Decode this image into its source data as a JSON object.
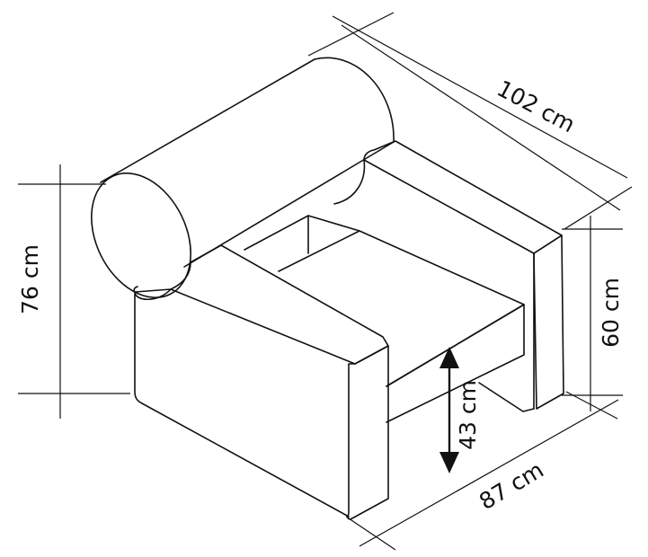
{
  "diagram": {
    "subject": "armchair",
    "dimensions": [
      {
        "id": "width",
        "text": "102 cm"
      },
      {
        "id": "height",
        "text": "76 cm"
      },
      {
        "id": "armrest",
        "text": "60 cm"
      },
      {
        "id": "seat_height",
        "text": "43 cm"
      },
      {
        "id": "depth",
        "text": "87 cm"
      }
    ]
  },
  "colors": {
    "stroke": "#111111",
    "background": "#ffffff"
  }
}
